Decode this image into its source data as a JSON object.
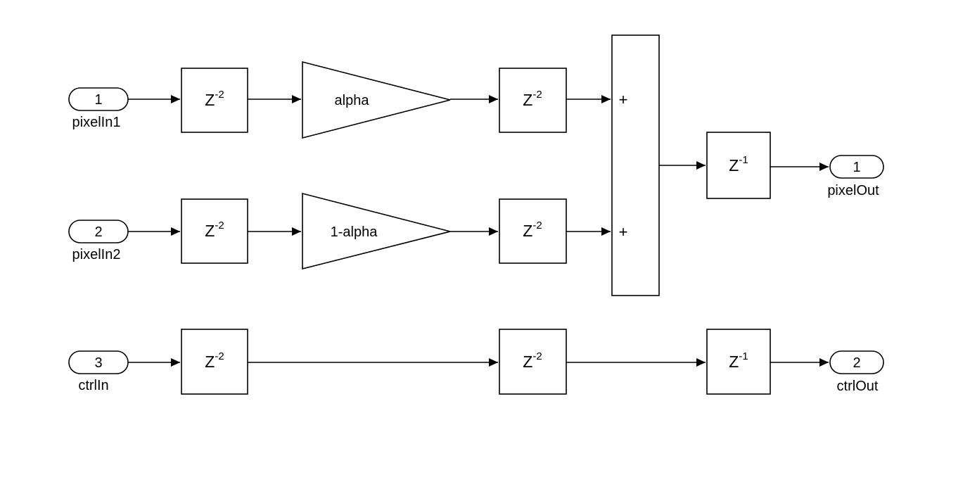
{
  "blocks": {
    "inports": [
      {
        "number": "1",
        "label": "pixelIn1"
      },
      {
        "number": "2",
        "label": "pixelIn2"
      },
      {
        "number": "3",
        "label": "ctrlIn"
      }
    ],
    "outports": [
      {
        "number": "1",
        "label": "pixelOut"
      },
      {
        "number": "2",
        "label": "ctrlOut"
      }
    ],
    "delay": {
      "base": "Z",
      "exp2": "-2",
      "exp1": "-1"
    },
    "gains": [
      {
        "label": "alpha"
      },
      {
        "label": "1-alpha"
      }
    ],
    "sum": {
      "top": "+",
      "bottom": "+"
    }
  },
  "colors": {
    "stroke": "#000000",
    "canvas": "#ffffff"
  }
}
